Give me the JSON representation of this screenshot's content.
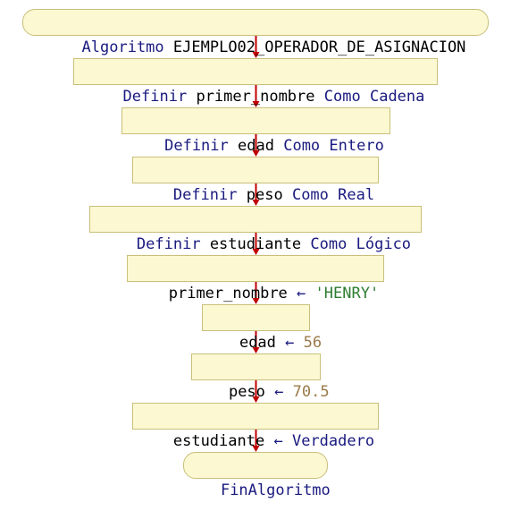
{
  "colors": {
    "node_fill": "#fcf8d2",
    "node_border": "#c9bf7a",
    "keyword": "#1a1a80",
    "identifier": "#000000",
    "string": "#2e7d32",
    "number": "#9a7a4a",
    "connector": "#c00000"
  },
  "flowchart": {
    "start": {
      "keyword": "Algoritmo",
      "name": "EJEMPLO02_OPERADOR_DE_ASIGNACION"
    },
    "definitions": [
      {
        "keyword": "Definir",
        "variable": "primer_nombre",
        "as_keyword": "Como",
        "type": "Cadena"
      },
      {
        "keyword": "Definir",
        "variable": "edad",
        "as_keyword": "Como",
        "type": "Entero"
      },
      {
        "keyword": "Definir",
        "variable": "peso",
        "as_keyword": "Como",
        "type": "Real"
      },
      {
        "keyword": "Definir",
        "variable": "estudiante",
        "as_keyword": "Como",
        "type": "Lógico"
      }
    ],
    "assignments": [
      {
        "variable": "primer_nombre",
        "operator": "←",
        "value": "'HENRY'",
        "value_kind": "str"
      },
      {
        "variable": "edad",
        "operator": "←",
        "value": "56",
        "value_kind": "num"
      },
      {
        "variable": "peso",
        "operator": "←",
        "value": "70.5",
        "value_kind": "num"
      },
      {
        "variable": "estudiante",
        "operator": "←",
        "value": "Verdadero",
        "value_kind": "kw"
      }
    ],
    "end": {
      "keyword": "FinAlgoritmo"
    }
  }
}
